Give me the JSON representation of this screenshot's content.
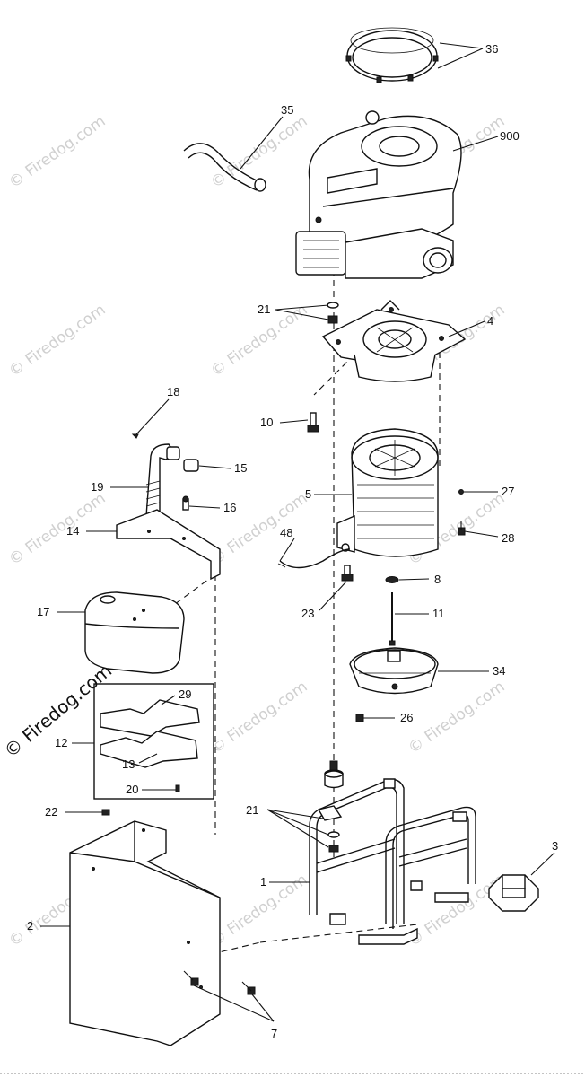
{
  "watermark": {
    "text": "© Firedog.com",
    "prominent_text": "© Firedog.com"
  },
  "callouts": {
    "c36": "36",
    "c35": "35",
    "c900": "900",
    "c21_top": "21",
    "c4": "4",
    "c18": "18",
    "c10": "10",
    "c15": "15",
    "c19": "19",
    "c16": "16",
    "c5": "5",
    "c27": "27",
    "c14": "14",
    "c28": "28",
    "c48": "48",
    "c8": "8",
    "c23": "23",
    "c17": "17",
    "c11": "11",
    "c34": "34",
    "c29": "29",
    "c12": "12",
    "c26": "26",
    "c13": "13",
    "c20": "20",
    "c22": "22",
    "c21_bottom": "21",
    "c1": "1",
    "c3": "3",
    "c2": "2",
    "c7": "7"
  }
}
